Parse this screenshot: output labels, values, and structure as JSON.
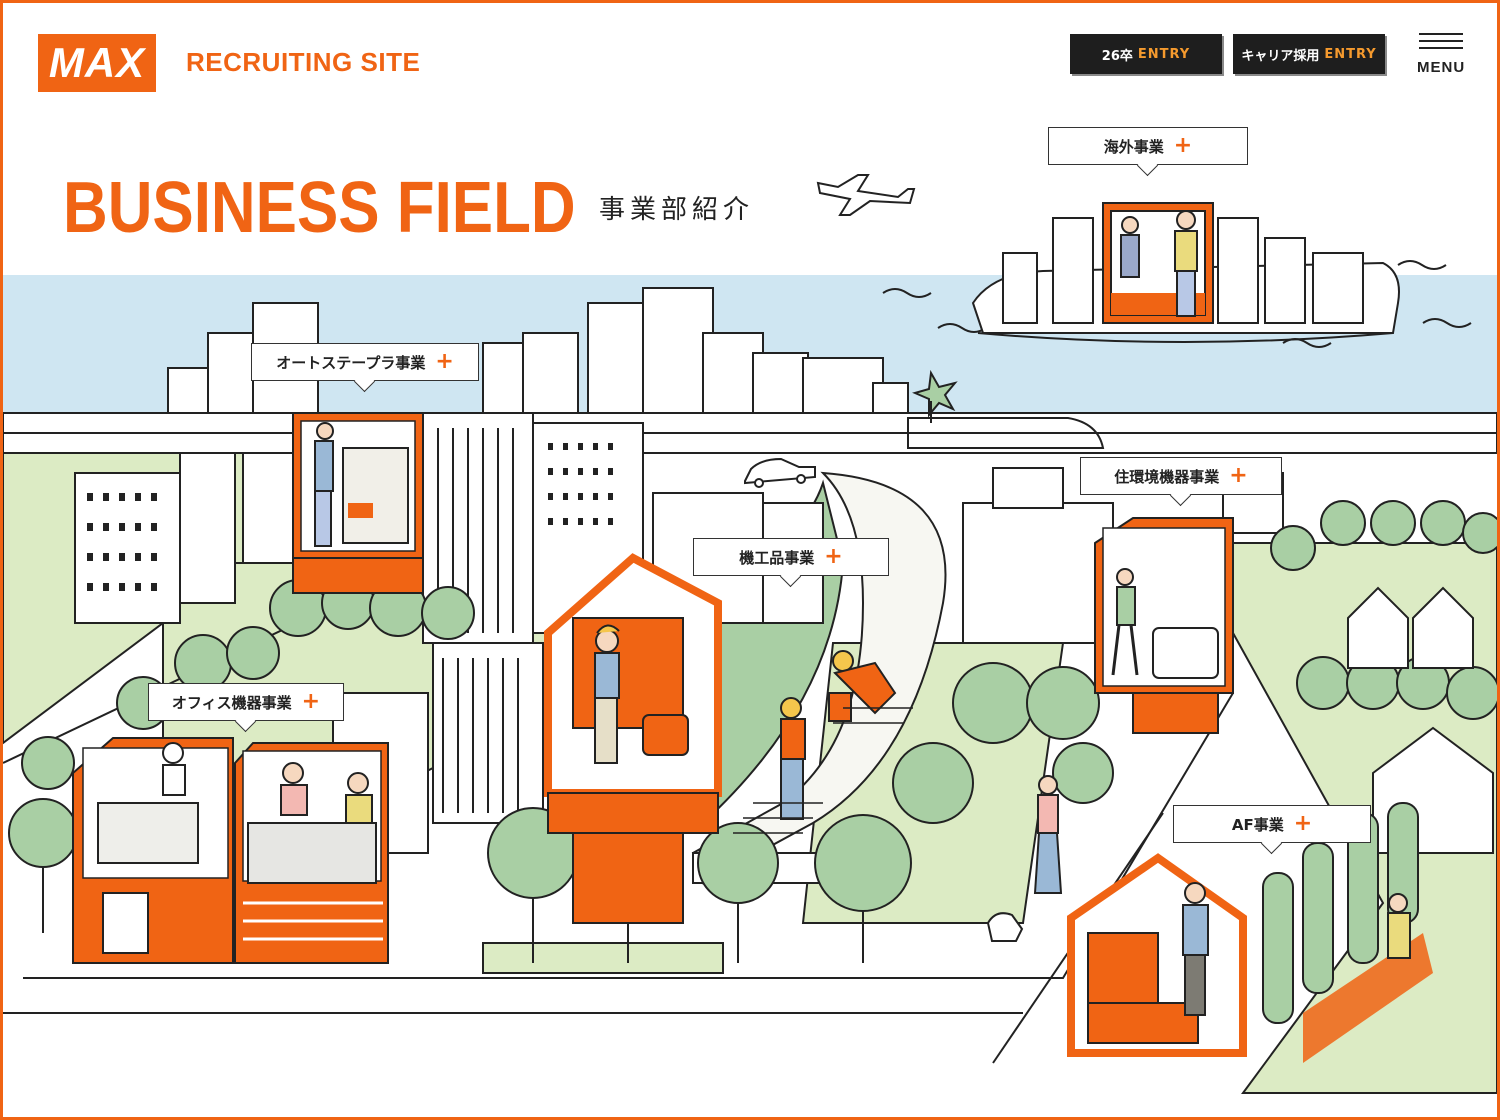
{
  "header": {
    "logo_text": "MAX",
    "site_name": "RECRUITING SITE",
    "entry_new_grad": {
      "prefix": "26卒",
      "accent": "ENTRY"
    },
    "entry_career": {
      "prefix": "キャリア採用",
      "accent": "ENTRY"
    },
    "menu_label": "MENU"
  },
  "title": {
    "main": "BUSINESS FIELD",
    "sub": "事業部紹介"
  },
  "business_labels": {
    "overseas": "海外事業",
    "auto_stapler": "オートステープラ事業",
    "housing_equipment": "住環境機器事業",
    "industrial_tools": "機工品事業",
    "office_equipment": "オフィス機器事業",
    "af": "AF事業",
    "plus": "+"
  },
  "colors": {
    "brand_orange": "#f06414",
    "water_blue": "#cfe6f2",
    "grass_green": "#dcebc4",
    "tree_green": "#a9cfa4",
    "button_dark": "#1e1e1e"
  }
}
